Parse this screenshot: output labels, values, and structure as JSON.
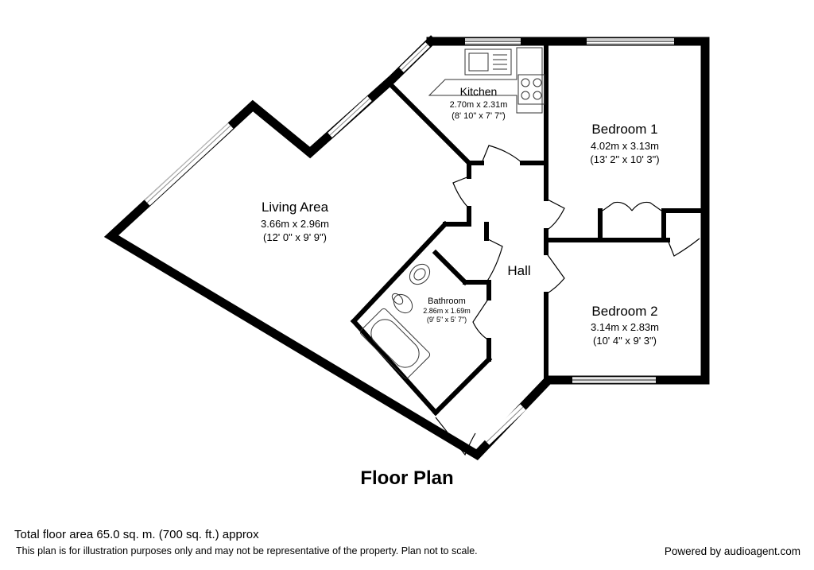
{
  "plan": {
    "title": "Floor Plan",
    "rooms": {
      "kitchen": {
        "name": "Kitchen",
        "metric": "2.70m x 2.31m",
        "imperial": "(8' 10\" x 7' 7\")"
      },
      "bedroom1": {
        "name": "Bedroom 1",
        "metric": "4.02m x 3.13m",
        "imperial": "(13' 2\" x 10' 3\")"
      },
      "living": {
        "name": "Living Area",
        "metric": "3.66m x 2.96m",
        "imperial": "(12' 0\" x 9' 9\")"
      },
      "hall": {
        "name": "Hall"
      },
      "bathroom": {
        "name": "Bathroom",
        "metric": "2.86m x 1.69m",
        "imperial": "(9' 5\" x 5' 7\")"
      },
      "bedroom2": {
        "name": "Bedroom 2",
        "metric": "3.14m x 2.83m",
        "imperial": "(10' 4\" x 9' 3\")"
      }
    }
  },
  "footer": {
    "total_area": "Total floor area 65.0 sq. m. (700 sq. ft.) approx",
    "disclaimer": "This plan is for illustration purposes only and may not be representative of the property. Plan not to scale.",
    "powered_by": "Powered by audioagent.com"
  },
  "colors": {
    "wall": "#000000",
    "window": "#b8b8b8",
    "fixture": "#333333"
  }
}
